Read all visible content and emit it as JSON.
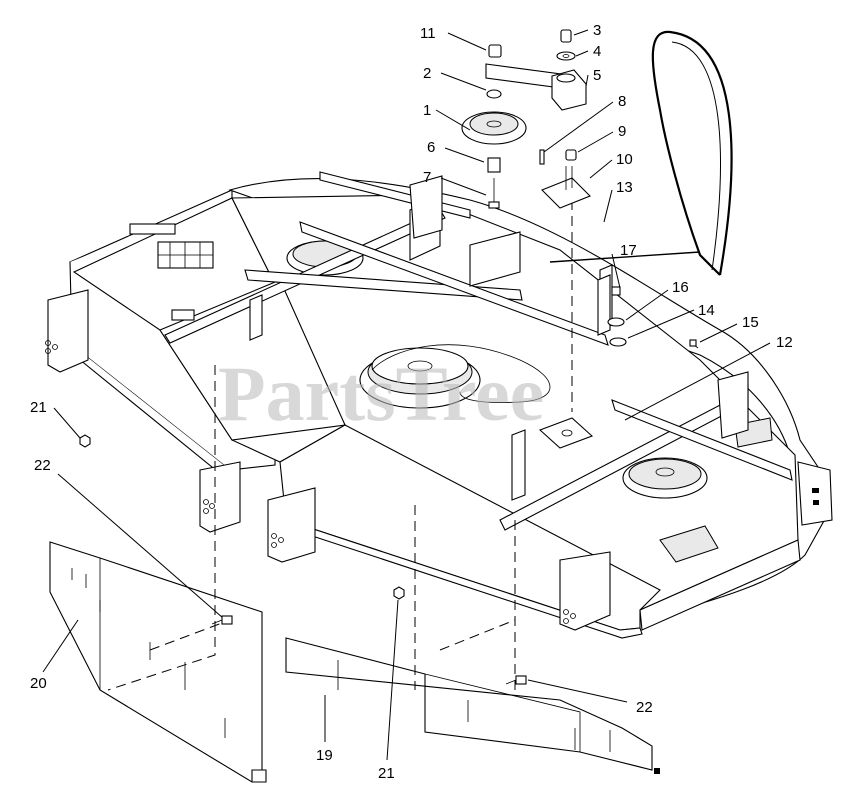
{
  "watermark": "PartsTree",
  "callouts": [
    {
      "id": "c1",
      "text": "1"
    },
    {
      "id": "c2",
      "text": "2"
    },
    {
      "id": "c3",
      "text": "3"
    },
    {
      "id": "c4",
      "text": "4"
    },
    {
      "id": "c5",
      "text": "5"
    },
    {
      "id": "c6",
      "text": "6"
    },
    {
      "id": "c7",
      "text": "7"
    },
    {
      "id": "c8",
      "text": "8"
    },
    {
      "id": "c9",
      "text": "9"
    },
    {
      "id": "c10",
      "text": "10"
    },
    {
      "id": "c11",
      "text": "11"
    },
    {
      "id": "c12",
      "text": "12"
    },
    {
      "id": "c13",
      "text": "13"
    },
    {
      "id": "c14",
      "text": "14"
    },
    {
      "id": "c15",
      "text": "15"
    },
    {
      "id": "c16",
      "text": "16"
    },
    {
      "id": "c17",
      "text": "17"
    },
    {
      "id": "c19",
      "text": "19"
    },
    {
      "id": "c20",
      "text": "20"
    },
    {
      "id": "c21a",
      "text": "21"
    },
    {
      "id": "c21b",
      "text": "21"
    },
    {
      "id": "c22a",
      "text": "22"
    },
    {
      "id": "c22b",
      "text": "22"
    }
  ]
}
